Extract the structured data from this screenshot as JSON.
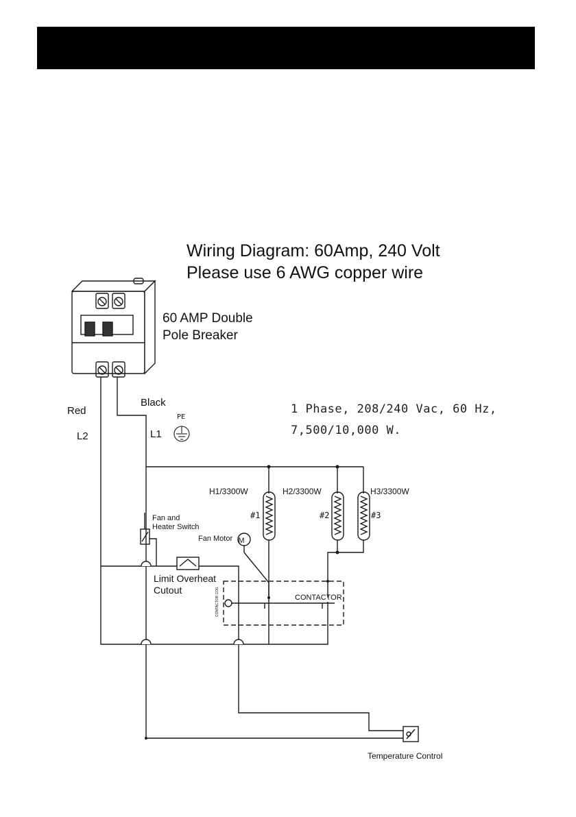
{
  "title": {
    "line1": "Wiring Diagram: 60Amp,  240 Volt",
    "line2": "Please use 6 AWG copper wire"
  },
  "breaker": {
    "line1": "60 AMP Double",
    "line2": "Pole Breaker"
  },
  "wires": {
    "red": "Red",
    "l2": "L2",
    "black": "Black",
    "l1": "L1",
    "pe": "PE"
  },
  "supply": {
    "line1": "1 Phase, 208/240 Vac, 60 Hz,",
    "line2": "7,500/10,000 W."
  },
  "heaters": [
    {
      "rating": "H1/3300W",
      "tag": "#1"
    },
    {
      "rating": "H2/3300W",
      "tag": "#2"
    },
    {
      "rating": "H3/3300W",
      "tag": "#3"
    }
  ],
  "components": {
    "fan_switch_line1": "Fan and",
    "fan_switch_line2": "Heater Switch",
    "fan_motor": "Fan Motor",
    "motor_symbol": "M",
    "limit_line1": "Limit Overheat",
    "limit_line2": "Cutout",
    "contactor": "CONTACTOR",
    "contactor_coil": "CONTACTOR COIL",
    "temperature_control": "Temperature Control"
  }
}
